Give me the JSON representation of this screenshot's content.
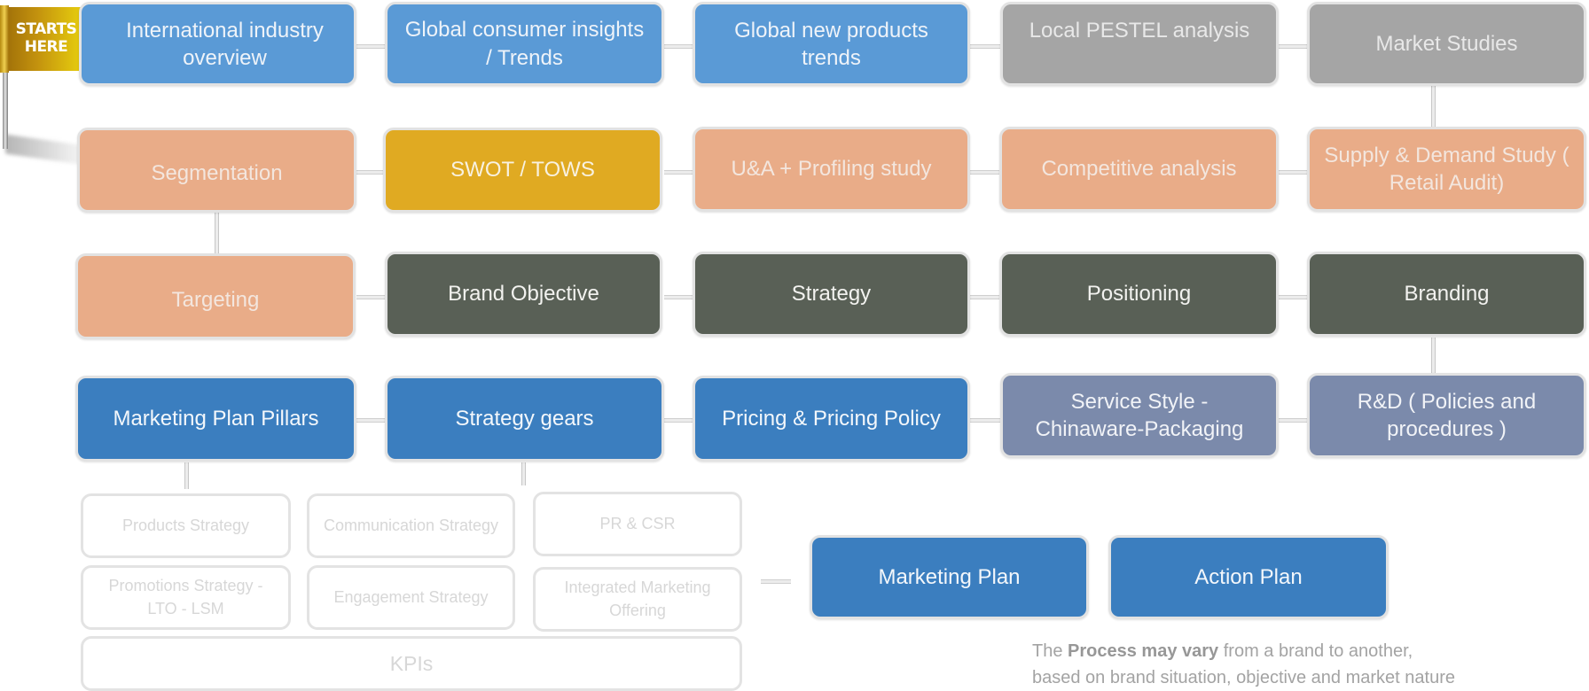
{
  "flag": {
    "line1": "STARTS",
    "line2": "HERE",
    "icon": "flag-icon"
  },
  "rows": [
    {
      "boxes": [
        {
          "label": "International industry overview",
          "color": "#5a9ad6"
        },
        {
          "label": "Global consumer insights / Trends",
          "color": "#5a9ad6"
        },
        {
          "label": "Global new products trends",
          "color": "#5a9ad6"
        },
        {
          "label": "Local PESTEL analysis",
          "color": "#a5a5a5"
        },
        {
          "label": "Market Studies",
          "color": "#a5a5a5"
        }
      ]
    },
    {
      "boxes": [
        {
          "label": "Segmentation",
          "color": "#e9ac88"
        },
        {
          "label": "SWOT / TOWS",
          "color": "#e0aa22"
        },
        {
          "label": "U&A + Profiling study",
          "color": "#e9ac88"
        },
        {
          "label": "Competitive analysis",
          "color": "#e9ac88"
        },
        {
          "label": "Supply & Demand Study ( Retail Audit)",
          "color": "#e9ac88"
        }
      ]
    },
    {
      "boxes": [
        {
          "label": "Targeting",
          "color": "#e9ac88"
        },
        {
          "label": "Brand Objective",
          "color": "#596056"
        },
        {
          "label": "Strategy",
          "color": "#596056"
        },
        {
          "label": "Positioning",
          "color": "#596056"
        },
        {
          "label": "Branding",
          "color": "#596056"
        }
      ]
    },
    {
      "boxes": [
        {
          "label": "Marketing Plan Pillars",
          "color": "#3b7ebf"
        },
        {
          "label": "Strategy gears",
          "color": "#3b7ebf"
        },
        {
          "label": "Pricing & Pricing Policy",
          "color": "#3b7ebf"
        },
        {
          "label": "Service Style - Chinaware-Packaging",
          "color": "#7b8aab"
        },
        {
          "label": "R&D ( Policies and procedures )",
          "color": "#7b8aab"
        }
      ]
    }
  ],
  "pillars": {
    "row1": [
      "Products Strategy",
      "Communication Strategy",
      "PR & CSR"
    ],
    "row2": [
      "Promotions Strategy - LTO - LSM",
      "Engagement Strategy",
      "Integrated Marketing Offering"
    ],
    "kpis": "KPIs"
  },
  "outputs": {
    "marketing_plan": "Marketing Plan",
    "action_plan": "Action Plan"
  },
  "note": {
    "prefix": "The ",
    "bold": "Process may vary",
    "suffix": " from a brand to another,",
    "line2": "based on brand situation, objective and market nature"
  }
}
